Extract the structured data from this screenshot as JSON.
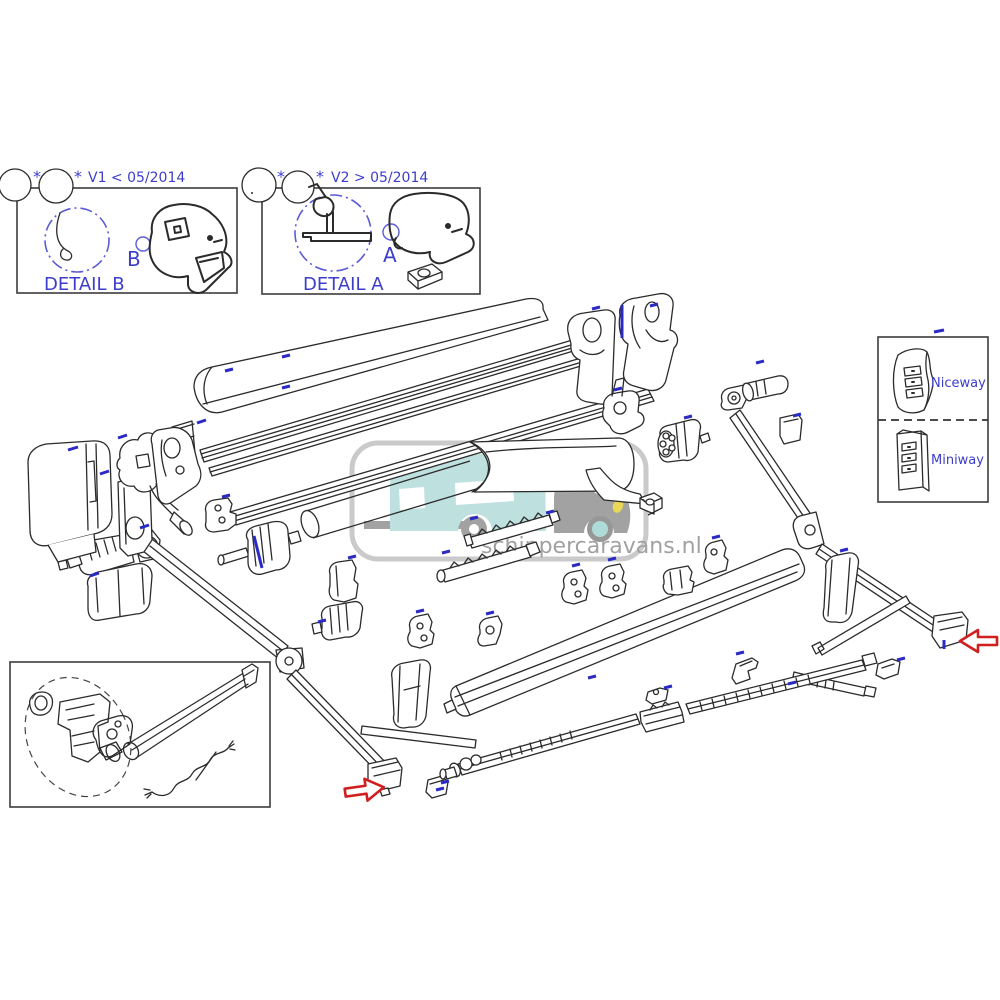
{
  "colors": {
    "annotation_blue": "#3d3dcc",
    "callout_blue": "#2b2bc4",
    "arrow_red": "#d01f1f",
    "line_black": "#2b2b2b",
    "watermark_teal": "#b9dedc",
    "watermark_grey": "#9b9b9b",
    "headlight_yellow": "#e8d44d"
  },
  "detail_b": {
    "star": "*",
    "version": "V1 < 05/2014",
    "title": "DETAIL B",
    "ref_label": "B"
  },
  "detail_a": {
    "star": "*",
    "version": "V2 > 05/2014",
    "title": "DETAIL A",
    "ref_label": "A"
  },
  "remote_legend": {
    "top_label": "Niceway",
    "bottom_label": "Miniway"
  },
  "watermark": {
    "site": "schippercaravans.nl"
  }
}
